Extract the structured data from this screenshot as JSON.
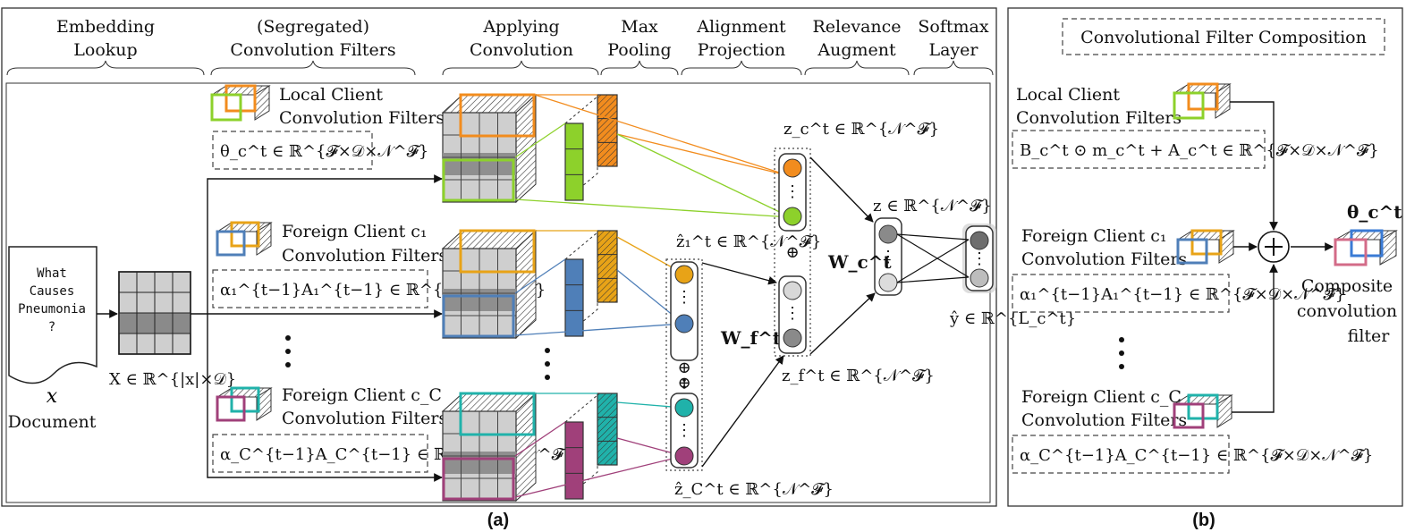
{
  "stage_headers": [
    {
      "l1": "Embedding",
      "l2": "Lookup"
    },
    {
      "l1": "(Segregated)",
      "l2": "Convolution Filters"
    },
    {
      "l1": "Applying",
      "l2": "Convolution"
    },
    {
      "l1": "Max",
      "l2": "Pooling"
    },
    {
      "l1": "Alignment",
      "l2": "Projection"
    },
    {
      "l1": "Relevance",
      "l2": "Augment"
    },
    {
      "l1": "Softmax",
      "l2": "Layer"
    }
  ],
  "document": {
    "lines": [
      "What",
      "Causes",
      "Pneumonia",
      "?"
    ],
    "var": "x",
    "label": "Document"
  },
  "embedding_label": "X ∈ ℝ^{|x|×𝒟}",
  "filters_a": {
    "local": {
      "l1": "Local Client",
      "l2": "Convolution Filters",
      "formula": "θ_c^t ∈ ℝ^{𝓕×𝒟×𝒩^𝓕}"
    },
    "foreign1": {
      "l1": "Foreign Client c₁",
      "l2": "Convolution Filters",
      "formula": "α₁^{t−1}A₁^{t−1} ∈ ℝ^{𝓕×𝒟×𝒩^𝓕}"
    },
    "foreignC": {
      "l1": "Foreign Client c_C",
      "l2": "Convolution Filters",
      "formula": "α_C^{t−1}A_C^{t−1} ∈ ℝ^{𝓕×𝒟×𝒩^𝓕}"
    }
  },
  "math": {
    "zc": "z_c^t ∈ ℝ^{𝒩^𝓕}",
    "z1": "ẑ₁^t ∈ ℝ^{𝒩^𝓕}",
    "zC": "ẑ_C^t ∈ ℝ^{𝒩^𝓕}",
    "zf": "z_f^t ∈ ℝ^{𝒩^𝓕}",
    "z": "z ∈ ℝ^{𝒩^𝓕}",
    "Wf": "W_f^t",
    "Wc": "W_c^t",
    "yhat": "ŷ ∈ ℝ^{L_c^t}",
    "oplus": "⊕",
    "vdots": "⋮"
  },
  "panel_b": {
    "title": "Convolutional Filter Composition",
    "local": {
      "l1": "Local Client",
      "l2": "Convolution Filters",
      "formula": "B_c^t ⊙ m_c^t + A_c^t ∈ ℝ^{𝓕×𝒟×𝒩^𝓕}"
    },
    "foreign1": {
      "l1": "Foreign Client c₁",
      "l2": "Convolution Filters",
      "formula": "α₁^{t−1}A₁^{t−1} ∈ ℝ^{𝓕×𝒟×𝒩^𝓕}"
    },
    "foreignC": {
      "l1": "Foreign Client c_C",
      "l2": "Convolution Filters",
      "formula": "α_C^{t−1}A_C^{t−1} ∈ ℝ^{𝓕×𝒟×𝒩^𝓕}"
    },
    "theta": "θ_c^t",
    "composite": [
      "Composite",
      "convolution",
      "filter"
    ]
  },
  "captions": {
    "a": "(a)",
    "b": "(b)"
  },
  "colors": {
    "orange": "#f28c1e",
    "green": "#8dd12b",
    "blue": "#4f7fb8",
    "yellow": "#e8a317",
    "teal": "#20b2aa",
    "purple": "#a0407a",
    "pink": "#d36b88",
    "grey": "#c7c7c7",
    "darkgrey": "#8a8a8a"
  }
}
